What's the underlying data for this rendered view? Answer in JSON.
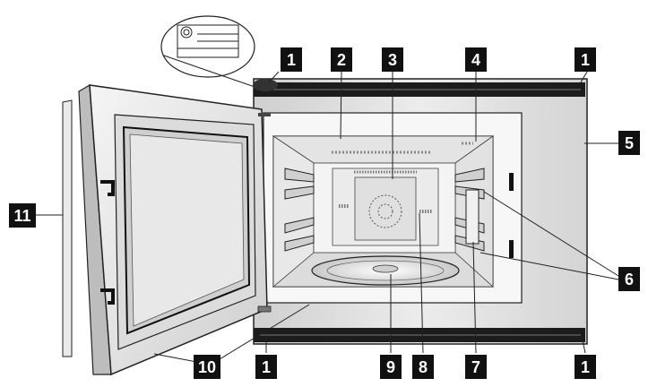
{
  "callouts": [
    {
      "id": "c1a",
      "label": "1"
    },
    {
      "id": "c2",
      "label": "2"
    },
    {
      "id": "c3",
      "label": "3"
    },
    {
      "id": "c4",
      "label": "4"
    },
    {
      "id": "c1b",
      "label": "1"
    },
    {
      "id": "c5",
      "label": "5"
    },
    {
      "id": "c6",
      "label": "6"
    },
    {
      "id": "c11",
      "label": "11"
    },
    {
      "id": "c10",
      "label": "10"
    },
    {
      "id": "c1c",
      "label": "1"
    },
    {
      "id": "c9",
      "label": "9"
    },
    {
      "id": "c8",
      "label": "8"
    },
    {
      "id": "c7",
      "label": "7"
    },
    {
      "id": "c1d",
      "label": "1"
    }
  ],
  "colors": {
    "outline": "#222222",
    "body_fill": "#d9d9d9",
    "cavity_fill": "#f2f2f2",
    "callout_bg": "#111111",
    "callout_text": "#ffffff"
  }
}
